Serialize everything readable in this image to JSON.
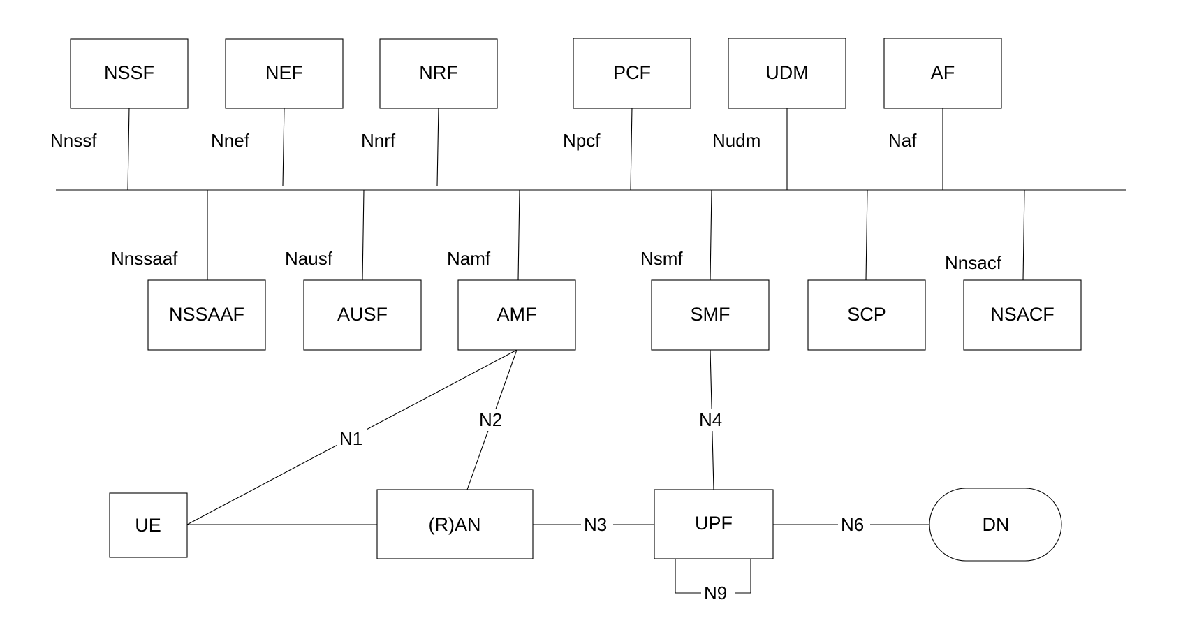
{
  "diagram": {
    "network_functions": {
      "nssf": "NSSF",
      "nef": "NEF",
      "nrf": "NRF",
      "pcf": "PCF",
      "udm": "UDM",
      "af": "AF",
      "nssaaf": "NSSAAF",
      "ausf": "AUSF",
      "amf": "AMF",
      "smf": "SMF",
      "scp": "SCP",
      "nsacf": "NSACF",
      "ue": "UE",
      "ran": "(R)AN",
      "upf": "UPF",
      "dn": "DN"
    },
    "service_interfaces": {
      "nnssf": "Nnssf",
      "nnef": "Nnef",
      "nnrf": "Nnrf",
      "npcf": "Npcf",
      "nudm": "Nudm",
      "naf": "Naf",
      "nnssaaf": "Nnssaaf",
      "nausf": "Nausf",
      "namf": "Namf",
      "nsmf": "Nsmf",
      "nnsacf": "Nnsacf"
    },
    "reference_points": {
      "n1": "N1",
      "n2": "N2",
      "n3": "N3",
      "n4": "N4",
      "n6": "N6",
      "n9": "N9"
    }
  }
}
